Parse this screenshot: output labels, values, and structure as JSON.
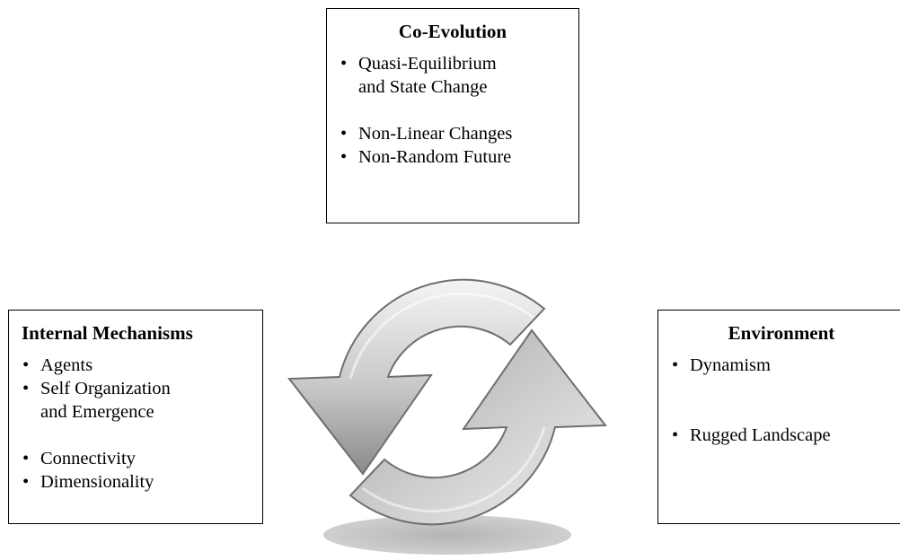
{
  "co_evolution": {
    "title": "Co-Evolution",
    "items": [
      {
        "line1": "Quasi-Equilibrium",
        "line2": "and State Change"
      },
      {
        "line1": "Non-Linear Changes"
      },
      {
        "line1": "Non-Random Future"
      }
    ]
  },
  "internal_mechanisms": {
    "title": "Internal Mechanisms",
    "items": [
      {
        "line1": "Agents"
      },
      {
        "line1": "Self Organization",
        "line2": "and Emergence"
      },
      {
        "line1": "Connectivity"
      },
      {
        "line1": "Dimensionality"
      }
    ]
  },
  "environment": {
    "title": "Environment",
    "items": [
      {
        "line1": "Dynamism"
      },
      {
        "line1": "Rugged Landscape"
      }
    ]
  },
  "graphic": {
    "icon": "refresh-cycle-icon",
    "colors": {
      "arrow_light": "#f4f4f4",
      "arrow_mid": "#c8c8c8",
      "arrow_dark": "#8a8a8a",
      "outline": "#6f6f6f",
      "shadow": "#b5b5b5"
    }
  }
}
